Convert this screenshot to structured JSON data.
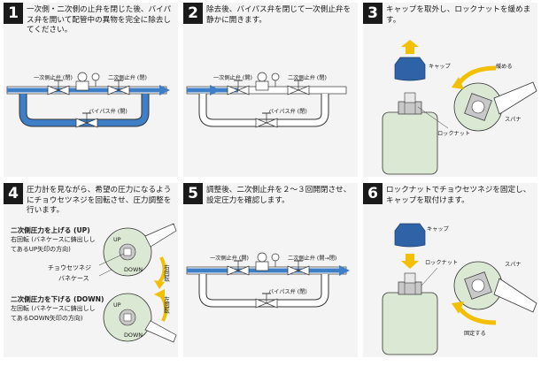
{
  "steps": [
    {
      "number": "1",
      "lines": [
        "一次側・二次側の止弁を閉じた後、バイパ",
        "ス弁を開いて配管中の異物を完全に除去し",
        "てください。"
      ],
      "labels": {
        "primary_valve": "一次側止弁 (閉)",
        "secondary_valve": "二次側止弁 (閉)",
        "bypass_valve": "バイパス弁 (開)"
      }
    },
    {
      "number": "2",
      "lines": [
        "除去後、バイパス弁を閉じて一次側止弁を",
        "静かに開きます。"
      ],
      "labels": {
        "primary_valve": "一次側止弁 (開)",
        "secondary_valve": "二次側止弁 (閉)",
        "bypass_valve": "バイパス弁 (閉)"
      }
    },
    {
      "number": "3",
      "lines": [
        "キャップを取外し、ロックナットを緩めま",
        "す。"
      ],
      "labels": {
        "cap": "キャップ",
        "loosen": "緩める",
        "locknut": "ロックナット",
        "spanner": "スパナ"
      }
    },
    {
      "number": "4",
      "lines": [
        "圧力計を見ながら、希望の圧力になるよう",
        "にチョウセツネジを回転させ、圧力調整を",
        "行います。"
      ],
      "labels": {
        "up_heading": "二次側圧力を上げる (UP)",
        "up_line1": "右回転 (バネケースに鋳出しし",
        "up_line2": "てあるUP矢印の方向)",
        "adjust_screw": "チョウセツネジ",
        "spring_case": "バネケース",
        "rotate_right": "右回転",
        "down_heading": "二次側圧力を下げる (DOWN)",
        "down_line1": "左回転 (バネケースに鋳出しし",
        "down_line2": "てあるDOWN矢印の方向)",
        "rotate_left": "左回転",
        "up_mark": "UP",
        "down_mark": "DOWN"
      }
    },
    {
      "number": "5",
      "lines": [
        "調整後、二次側止弁を２～３回開閉させ、",
        "設定圧力を確認します。"
      ],
      "labels": {
        "primary_valve": "一次側止弁 (開)",
        "secondary_valve": "二次側止弁 (開→閉)",
        "bypass_valve": "バイパス弁 (閉)"
      }
    },
    {
      "number": "6",
      "lines": [
        "ロックナットでチョウセツネジを固定し、",
        "キャップを取付けます。"
      ],
      "labels": {
        "cap": "キャップ",
        "locknut": "ロックナット",
        "spanner": "スパナ",
        "fix": "固定する"
      }
    }
  ],
  "colors": {
    "pipe_blue": "#3f7fc7",
    "arrow_yellow": "#f2c000",
    "cap_blue": "#2f63a8",
    "body_green": "#dbe9d4",
    "nut_gray": "#c8c8c8",
    "panel_bg": "#f4f4f4"
  }
}
